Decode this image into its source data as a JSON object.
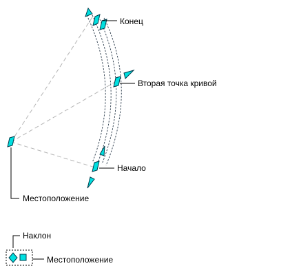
{
  "labels": {
    "end": "Конец",
    "second_point": "Вторая точка кривой",
    "start": "Начало",
    "location": "Местоположение",
    "legend_tilt": "Наклон",
    "legend_location": "Местоположение"
  },
  "colors": {
    "grip_fill": "#00e0e0",
    "grip_stroke": "#003a4a",
    "construction_line": "#b4b4b4",
    "curve_outline": "#2a3a4a",
    "label_text": "#000000"
  },
  "icons": {
    "location_grip": "parallelogram",
    "start_grip": "parallelogram",
    "end_grip": "parallelogram",
    "second_point_grip": "parallelogram",
    "direction_grip": "triangle",
    "tilt_grip": "diamond"
  }
}
